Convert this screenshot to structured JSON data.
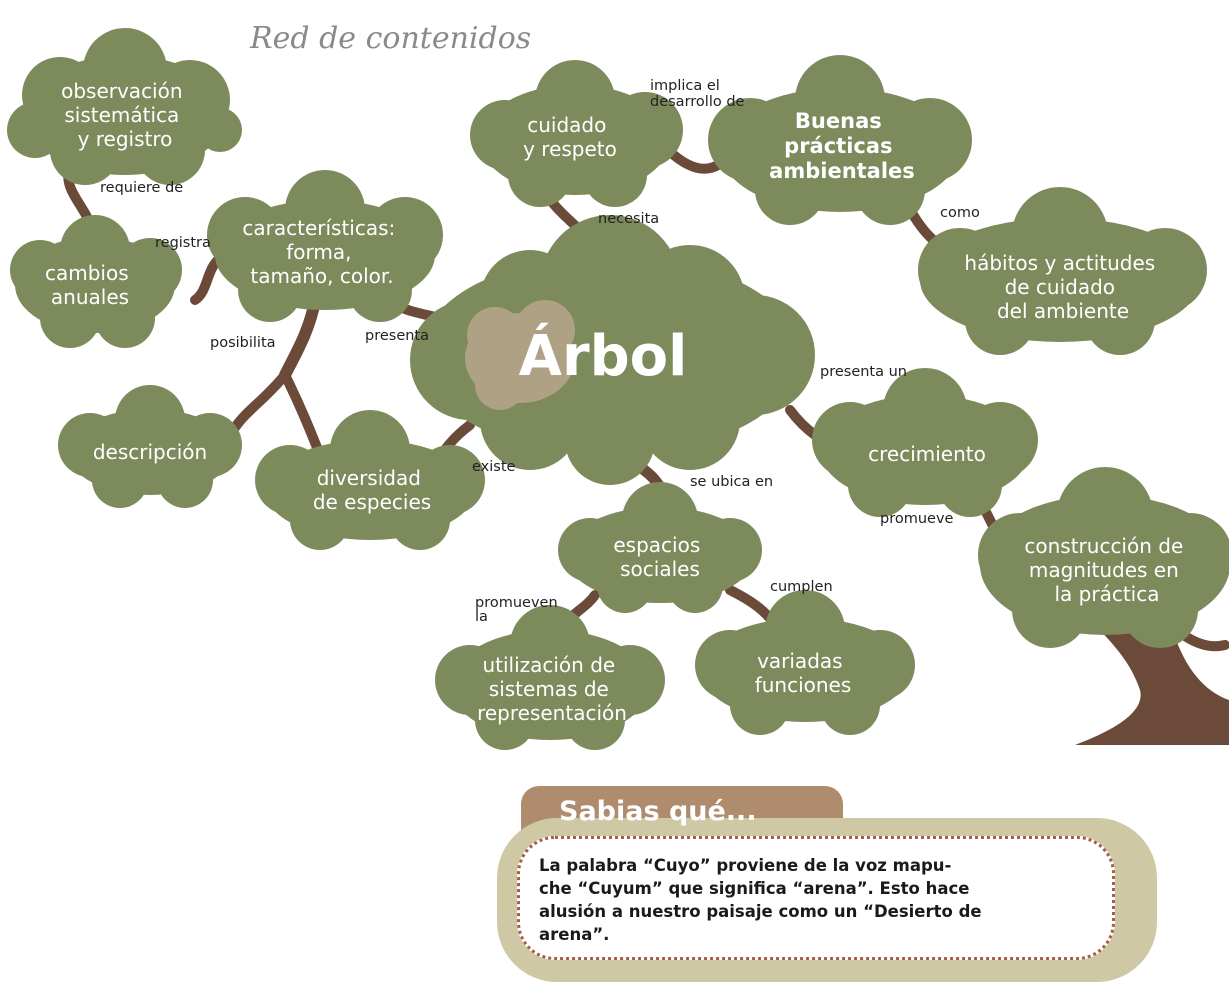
{
  "title": "Red de contenidos",
  "colors": {
    "node": "#7d8a5c",
    "center_highlight": "#b5a488",
    "branch": "#6b4a3a",
    "callout_tab": "#b08c6f",
    "callout_frame": "#cfc8a5",
    "callout_border": "#a85c4a"
  },
  "center": {
    "label": "Árbol"
  },
  "nodes": {
    "observacion": [
      "observación",
      "sistemática",
      "y registro"
    ],
    "cambios": [
      "cambios",
      "anuales"
    ],
    "caracteristicas": [
      "características:",
      "forma,",
      "tamaño, color."
    ],
    "descripcion": [
      "descripción"
    ],
    "diversidad": [
      "diversidad",
      "de especies"
    ],
    "cuidado": [
      "cuidado",
      "y respeto"
    ],
    "buenas": [
      "Buenas",
      "prácticas",
      "ambientales"
    ],
    "habitos": [
      "hábitos y actitudes",
      "de cuidado",
      "del ambiente"
    ],
    "crecimiento": [
      "crecimiento"
    ],
    "construccion": [
      "construcción de",
      "magnitudes en",
      "la práctica"
    ],
    "espacios": [
      "espacios",
      "sociales"
    ],
    "utilizacion": [
      "utilización de",
      "sistemas de",
      "representación"
    ],
    "variadas": [
      "variadas",
      "funciones"
    ]
  },
  "links": {
    "requiere": "requiere de",
    "registra": "registra",
    "presenta": "presenta",
    "posibilita": "posibilita",
    "existe": "existe",
    "necesita": "necesita",
    "implica": [
      "implica el",
      "desarrollo de"
    ],
    "como": "como",
    "presenta_un": "presenta un",
    "promueve": "promueve",
    "se_ubica": "se ubica en",
    "promueven": [
      "promueven",
      "la"
    ],
    "cumplen": "cumplen"
  },
  "callout": {
    "heading": "Sabias qué...",
    "body": "La palabra “Cuyo” proviene de la voz mapu-\nche “Cuyum” que significa “arena”. Esto hace\nalusión a nuestro paisaje como un “Desierto de\narena”."
  }
}
